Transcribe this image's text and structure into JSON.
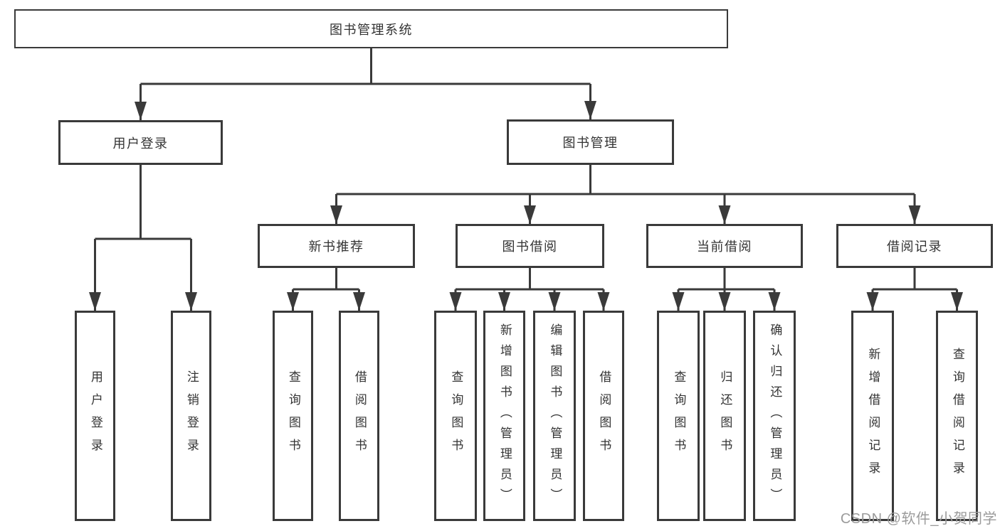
{
  "watermark": {
    "text": "CSDN @软件_小贺同学"
  },
  "tree": {
    "label": "图书管理系统",
    "children": [
      {
        "label": "用户登录",
        "children": [
          {
            "label": "用户登录"
          },
          {
            "label": "注销登录"
          }
        ]
      },
      {
        "label": "图书管理",
        "children": [
          {
            "label": "新书推荐",
            "children": [
              {
                "label": "查询图书"
              },
              {
                "label": "借阅图书"
              }
            ]
          },
          {
            "label": "图书借阅",
            "children": [
              {
                "label": "查询图书"
              },
              {
                "label": "新增图书（管理员）"
              },
              {
                "label": "编辑图书（管理员）"
              },
              {
                "label": "借阅图书"
              }
            ]
          },
          {
            "label": "当前借阅",
            "children": [
              {
                "label": "查询图书"
              },
              {
                "label": "归还图书"
              },
              {
                "label": "确认归还（管理员）"
              }
            ]
          },
          {
            "label": "借阅记录",
            "children": [
              {
                "label": "新增借阅记录"
              },
              {
                "label": "查询借阅记录"
              }
            ]
          }
        ]
      }
    ]
  }
}
